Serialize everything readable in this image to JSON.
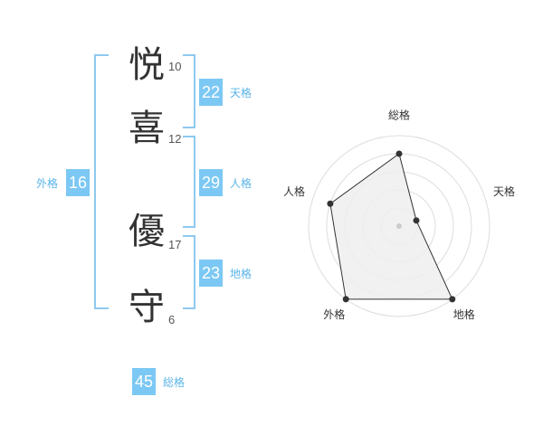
{
  "name_chars": [
    {
      "char": "悦",
      "strokes": "10"
    },
    {
      "char": "喜",
      "strokes": "12"
    },
    {
      "char": "優",
      "strokes": "17"
    },
    {
      "char": "守",
      "strokes": "6"
    }
  ],
  "fortunes": {
    "tenkaku": {
      "value": "22",
      "label": "天格"
    },
    "jinkaku": {
      "value": "29",
      "label": "人格"
    },
    "chikaku": {
      "value": "23",
      "label": "地格"
    },
    "gaikaku": {
      "value": "16",
      "label": "外格"
    },
    "soukaku": {
      "value": "45",
      "label": "総格"
    }
  },
  "colors": {
    "accent": "#7cc8f4",
    "bracket": "#8ec9ef",
    "label_text": "#5ab4e8",
    "radar_fill": "#eeeeee",
    "radar_grid": "#dddddd",
    "radar_line": "#333333"
  },
  "chart_data": {
    "type": "radar",
    "axes": [
      "総格",
      "天格",
      "地格",
      "外格",
      "人格"
    ],
    "values": [
      4,
      1,
      5,
      5,
      4
    ],
    "rings": 5,
    "rmax": 5,
    "grid": true
  }
}
